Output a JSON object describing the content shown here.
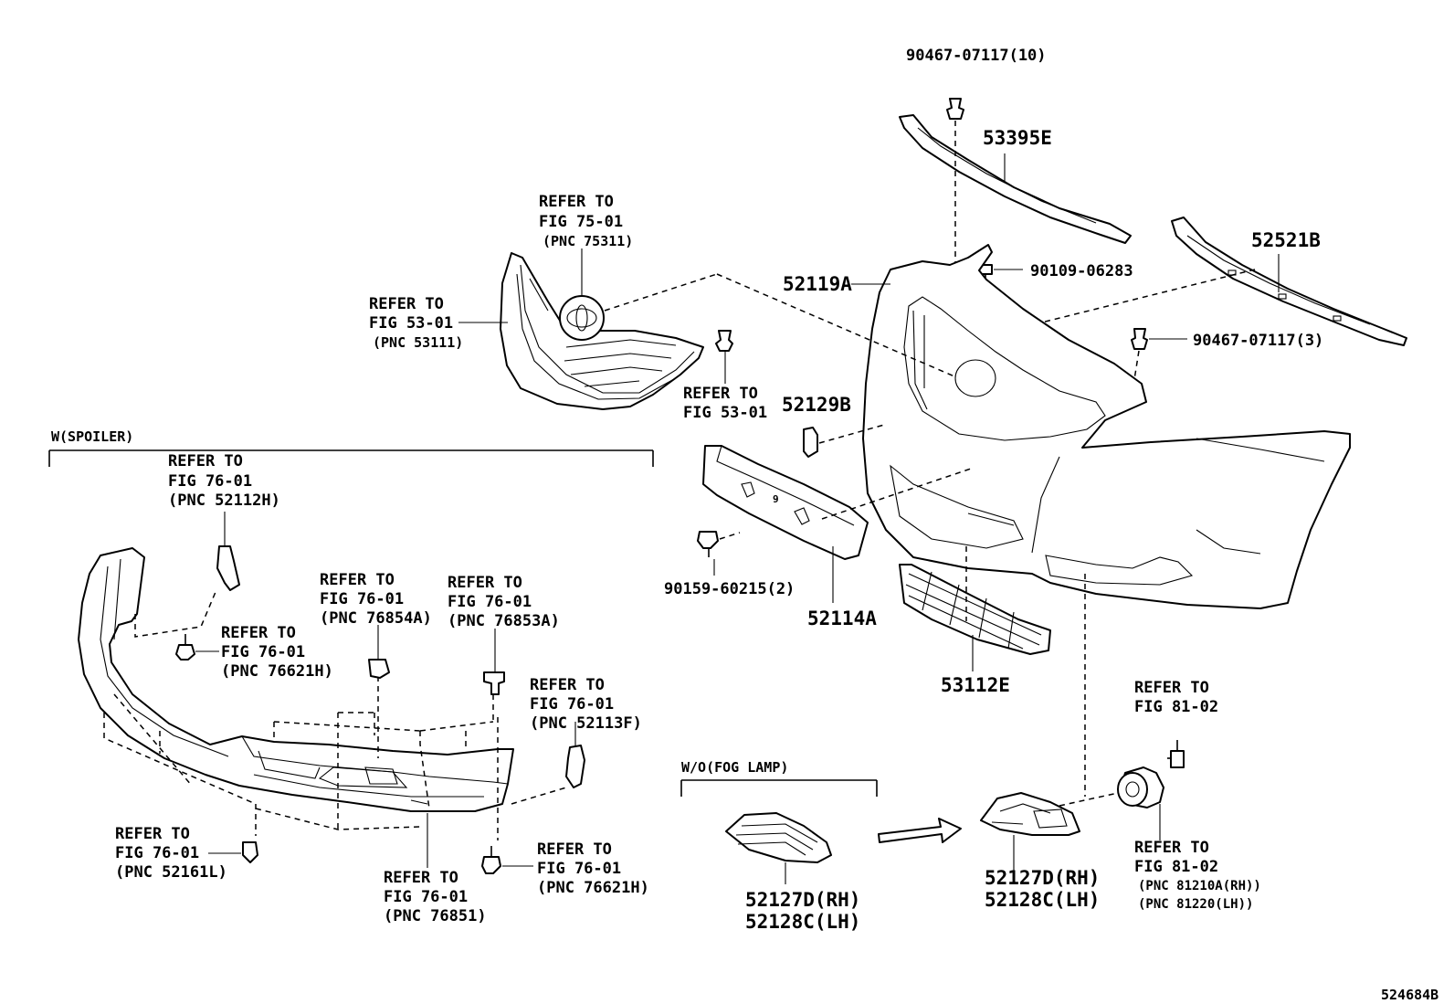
{
  "labels": {
    "fig_id": "524684B",
    "w_spoiler": "W(SPOILER)",
    "wo_fog_lamp": "W/O(FOG LAMP)",
    "clip_top": "90467-07117(10)",
    "reinf_top": "53395E",
    "bolt_top": "90109-06283",
    "reinf_right": "52521B",
    "clip_right": "90467-07117(3)",
    "bumper_cover": "52119A",
    "cover_piece": "52129B",
    "screw_small": "90159-60215(2)",
    "absorber": "52114A",
    "lower_grille": "53112E",
    "fog_cover_rh": "52127D(RH)",
    "fog_cover_lh": "52128C(LH)",
    "wo_cover_rh": "52127D(RH)",
    "wo_cover_lh": "52128C(LH)"
  },
  "refs": {
    "emblem": [
      "REFER TO",
      "FIG 75-01",
      "(PNC 75311)"
    ],
    "grille": [
      "REFER TO",
      "FIG 53-01",
      "(PNC 53111)"
    ],
    "grille_clip": [
      "REFER TO",
      "FIG 53-01"
    ],
    "spoiler_a": [
      "REFER TO",
      "FIG 76-01",
      "(PNC 52112H)"
    ],
    "spoiler_b": [
      "REFER TO",
      "FIG 76-01",
      "(PNC 76621H)"
    ],
    "spoiler_c": [
      "REFER TO",
      "FIG 76-01",
      "(PNC 76854A)"
    ],
    "spoiler_d": [
      "REFER TO",
      "FIG 76-01",
      "(PNC 76853A)"
    ],
    "spoiler_e": [
      "REFER TO",
      "FIG 76-01",
      "(PNC 52113F)"
    ],
    "spoiler_f": [
      "REFER TO",
      "FIG 76-01",
      "(PNC 52161L)"
    ],
    "spoiler_g": [
      "REFER TO",
      "FIG 76-01",
      "(PNC 76851)"
    ],
    "spoiler_h": [
      "REFER TO",
      "FIG 76-01",
      "(PNC 76621H)"
    ],
    "fog_bulb": [
      "REFER TO",
      "FIG 81-02"
    ],
    "fog_lamp": [
      "REFER TO",
      "FIG 81-02",
      "(PNC 81210A(RH))",
      "(PNC 81220(LH))"
    ]
  }
}
